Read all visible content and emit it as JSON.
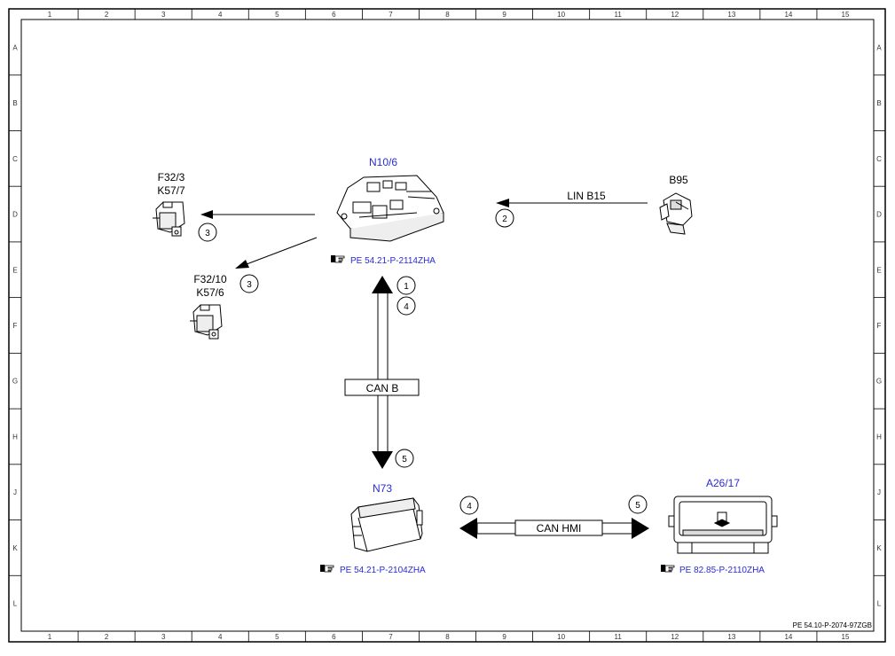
{
  "grid": {
    "columns": [
      "1",
      "2",
      "3",
      "4",
      "5",
      "6",
      "7",
      "8",
      "9",
      "10",
      "11",
      "12",
      "13",
      "14",
      "15"
    ],
    "rows": [
      "A",
      "B",
      "C",
      "D",
      "E",
      "F",
      "G",
      "H",
      "J",
      "K",
      "L"
    ]
  },
  "components": {
    "n10_6": {
      "label": "N10/6",
      "ref": "PE 54.21-P-2114ZHA"
    },
    "b95": {
      "label": "B95"
    },
    "f32_3": {
      "label_line1": "F32/3",
      "label_line2": "K57/7"
    },
    "f32_10": {
      "label_line1": "F32/10",
      "label_line2": "K57/6"
    },
    "n73": {
      "label": "N73",
      "ref": "PE 54.21-P-2104ZHA"
    },
    "a26_17": {
      "label": "A26/17",
      "ref": "PE 82.85-P-2110ZHA"
    }
  },
  "connections": {
    "lin": {
      "label": "LIN B15",
      "marker": "2"
    },
    "relay1": {
      "marker": "3"
    },
    "relay2": {
      "marker": "3"
    },
    "can_b": {
      "label": "CAN B",
      "marker_a": "1",
      "marker_b": "4",
      "marker_c": "5"
    },
    "can_hmi": {
      "label": "CAN HMI",
      "marker_left": "4",
      "marker_right": "5"
    }
  },
  "footer": {
    "doc_id": "PE 54.10-P-2074-97ZGB"
  }
}
